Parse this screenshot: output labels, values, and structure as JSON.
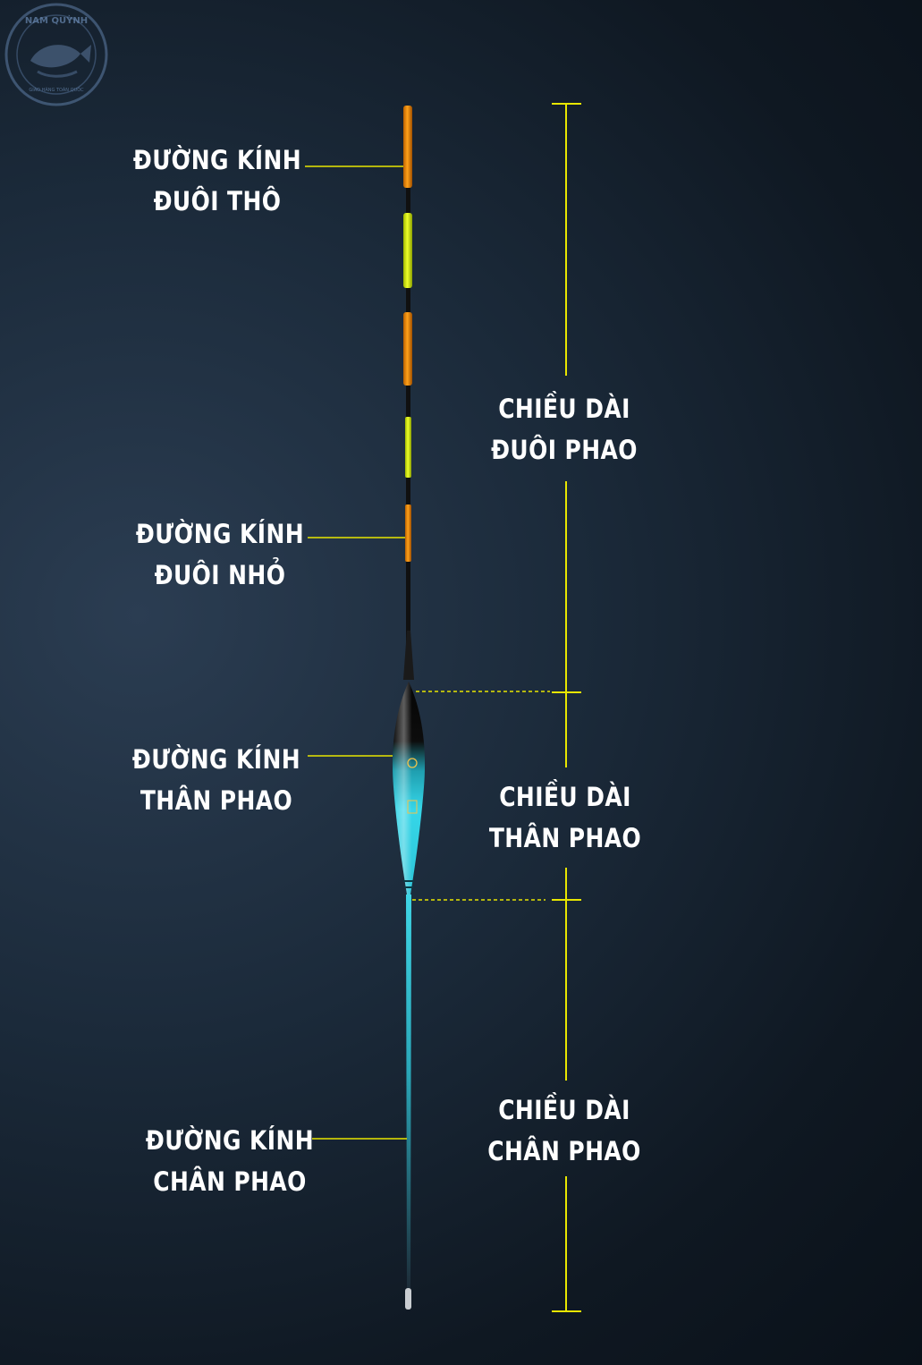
{
  "logo": {
    "text": "NAM QUỲNH",
    "tagline": "GIAO HÀNG TOÀN QUỐC",
    "icon": "fish-logo-icon"
  },
  "labels": {
    "duong_kinh_duoi_tho": [
      "ĐƯỜNG KÍNH",
      "ĐUÔI THÔ"
    ],
    "duong_kinh_duoi_nho": [
      "ĐƯỜNG KÍNH",
      "ĐUÔI NHỎ"
    ],
    "duong_kinh_than_phao": [
      "ĐƯỜNG KÍNH",
      "THÂN PHAO"
    ],
    "duong_kinh_chan_phao": [
      "ĐƯỜNG KÍNH",
      "CHÂN PHAO"
    ],
    "chieu_dai_duoi_phao": [
      "CHIỀU DÀI",
      "ĐUÔI PHAO"
    ],
    "chieu_dai_than_phao": [
      "CHIỀU DÀI",
      "THÂN PHAO"
    ],
    "chieu_dai_chan_phao": [
      "CHIỀU DÀI",
      "CHÂN PHAO"
    ]
  },
  "colors": {
    "leader_line": "#e8e600",
    "segment_orange": "#f08a00",
    "segment_yellow": "#d8f000",
    "body_teal": "#2ed3e6",
    "body_black": "#0a0a0a",
    "label_text": "#ffffff"
  }
}
